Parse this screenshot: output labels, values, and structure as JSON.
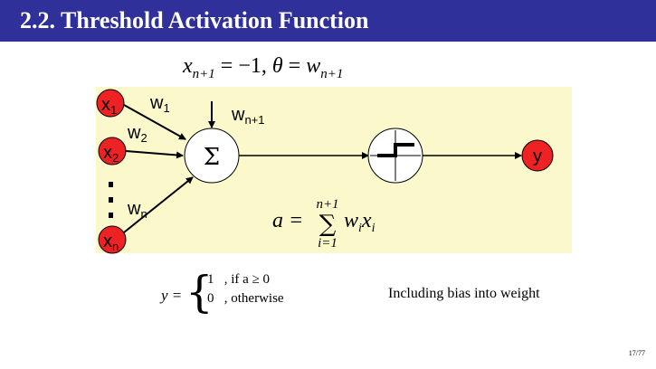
{
  "slide": {
    "title": "2.2. Threshold Activation Function",
    "page_number": "17/77",
    "caption": "Including bias into weight"
  },
  "formula_top": {
    "x_var": "x",
    "x_sub": "n+1",
    "eq1": " = −1, ",
    "theta": "θ",
    "eq2": " = ",
    "w_var": "w",
    "w_sub": "n+1"
  },
  "sum_formula": {
    "lhs": "a =",
    "upper": "n+1",
    "sigma": "∑",
    "lower": "i=1",
    "term": "w",
    "term_sub": "i",
    "term2": "x",
    "term2_sub": "i"
  },
  "output_rule": {
    "lhs": "y =",
    "row1_value": "1",
    "row1_cond": ", if a ≥ 0",
    "row2_value": "0",
    "row2_cond": ", otherwise"
  },
  "diagram": {
    "inputs": [
      {
        "base": "x",
        "sub": "1"
      },
      {
        "base": "x",
        "sub": "2"
      },
      {
        "base": "x",
        "sub": "n"
      }
    ],
    "weights": [
      {
        "base": "w",
        "sub": "1"
      },
      {
        "base": "w",
        "sub": "2"
      },
      {
        "base": "w",
        "sub": "n"
      }
    ],
    "bias_weight": {
      "base": "w",
      "sub": "n+1"
    },
    "summation_symbol": "Σ",
    "output_label": "y",
    "colors": {
      "panel": "#fbf8cc",
      "node_red": "#ee2222",
      "title_bar": "#30309a"
    }
  }
}
